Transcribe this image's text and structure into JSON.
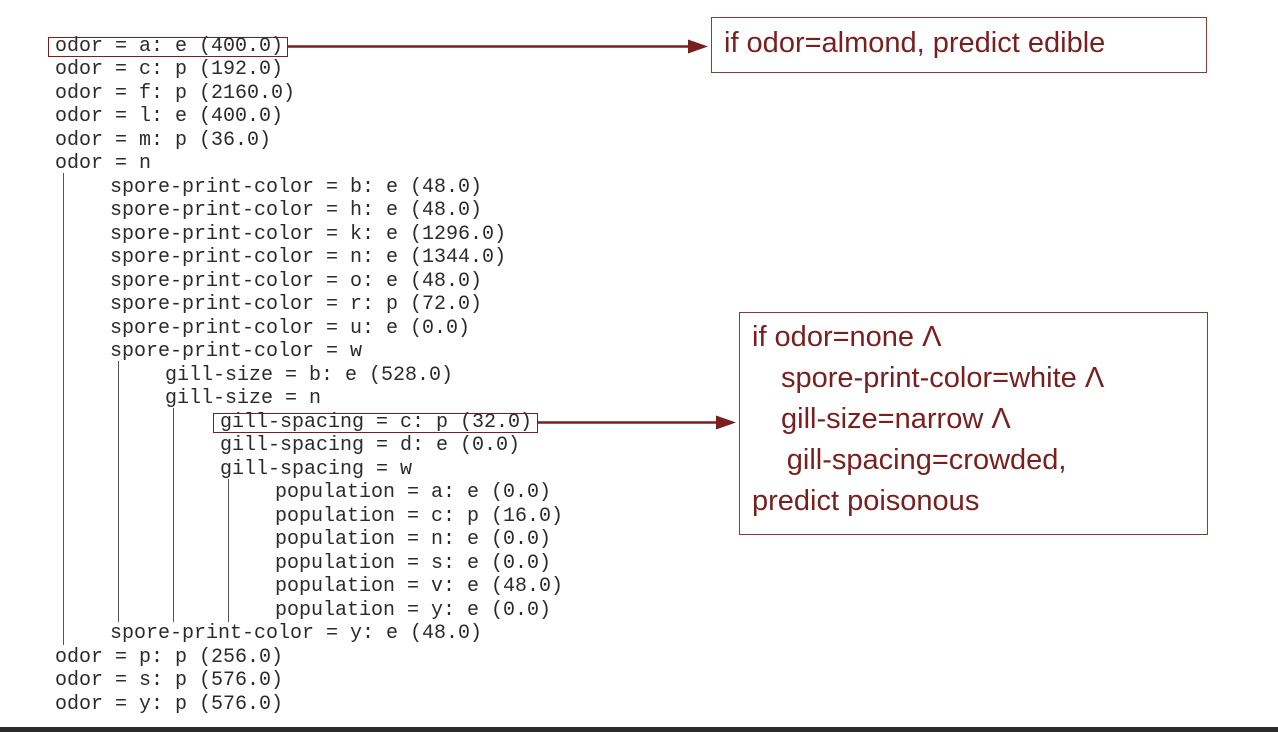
{
  "tree": {
    "lines": [
      {
        "indent": 0,
        "text": "odor = a: e (400.0)"
      },
      {
        "indent": 0,
        "text": "odor = c: p (192.0)"
      },
      {
        "indent": 0,
        "text": "odor = f: p (2160.0)"
      },
      {
        "indent": 0,
        "text": "odor = l: e (400.0)"
      },
      {
        "indent": 0,
        "text": "odor = m: p (36.0)"
      },
      {
        "indent": 0,
        "text": "odor = n"
      },
      {
        "indent": 1,
        "text": "spore-print-color = b: e (48.0)"
      },
      {
        "indent": 1,
        "text": "spore-print-color = h: e (48.0)"
      },
      {
        "indent": 1,
        "text": "spore-print-color = k: e (1296.0)"
      },
      {
        "indent": 1,
        "text": "spore-print-color = n: e (1344.0)"
      },
      {
        "indent": 1,
        "text": "spore-print-color = o: e (48.0)"
      },
      {
        "indent": 1,
        "text": "spore-print-color = r: p (72.0)"
      },
      {
        "indent": 1,
        "text": "spore-print-color = u: e (0.0)"
      },
      {
        "indent": 1,
        "text": "spore-print-color = w"
      },
      {
        "indent": 2,
        "text": "gill-size = b: e (528.0)"
      },
      {
        "indent": 2,
        "text": "gill-size = n"
      },
      {
        "indent": 3,
        "text": "gill-spacing = c: p (32.0)"
      },
      {
        "indent": 3,
        "text": "gill-spacing = d: e (0.0)"
      },
      {
        "indent": 3,
        "text": "gill-spacing = w"
      },
      {
        "indent": 4,
        "text": "population = a: e (0.0)"
      },
      {
        "indent": 4,
        "text": "population = c: p (16.0)"
      },
      {
        "indent": 4,
        "text": "population = n: e (0.0)"
      },
      {
        "indent": 4,
        "text": "population = s: e (0.0)"
      },
      {
        "indent": 4,
        "text": "population = v: e (48.0)"
      },
      {
        "indent": 4,
        "text": "population = y: e (0.0)"
      },
      {
        "indent": 1,
        "text": "spore-print-color = y: e (48.0)"
      },
      {
        "indent": 0,
        "text": "odor = p: p (256.0)"
      },
      {
        "indent": 0,
        "text": "odor = s: p (576.0)"
      },
      {
        "indent": 0,
        "text": "odor = y: p (576.0)"
      }
    ],
    "branch_lines": [
      {
        "level": 1,
        "from_line": 5,
        "to_line": 25
      },
      {
        "level": 2,
        "from_line": 13,
        "to_line": 24
      },
      {
        "level": 3,
        "from_line": 15,
        "to_line": 24
      },
      {
        "level": 4,
        "from_line": 18,
        "to_line": 24
      }
    ],
    "highlighted_lines": [
      0,
      16
    ]
  },
  "callouts": [
    {
      "id": "callout-almond",
      "source_line": 0,
      "lines": [
        {
          "indent": 0,
          "text": "if odor=almond, predict edible"
        }
      ]
    },
    {
      "id": "callout-poisonous",
      "source_line": 16,
      "lines": [
        {
          "indent": 0,
          "text": "if odor=none Λ"
        },
        {
          "indent": 1,
          "text": "spore-print-color=white Λ"
        },
        {
          "indent": 1,
          "text": "gill-size=narrow Λ"
        },
        {
          "indent": 1.2,
          "text": "gill-spacing=crowded,"
        },
        {
          "indent": 0,
          "text": "predict poisonous"
        }
      ]
    }
  ],
  "colors": {
    "accent": "#7a1f1f",
    "tree_text": "#2b2b2b"
  }
}
